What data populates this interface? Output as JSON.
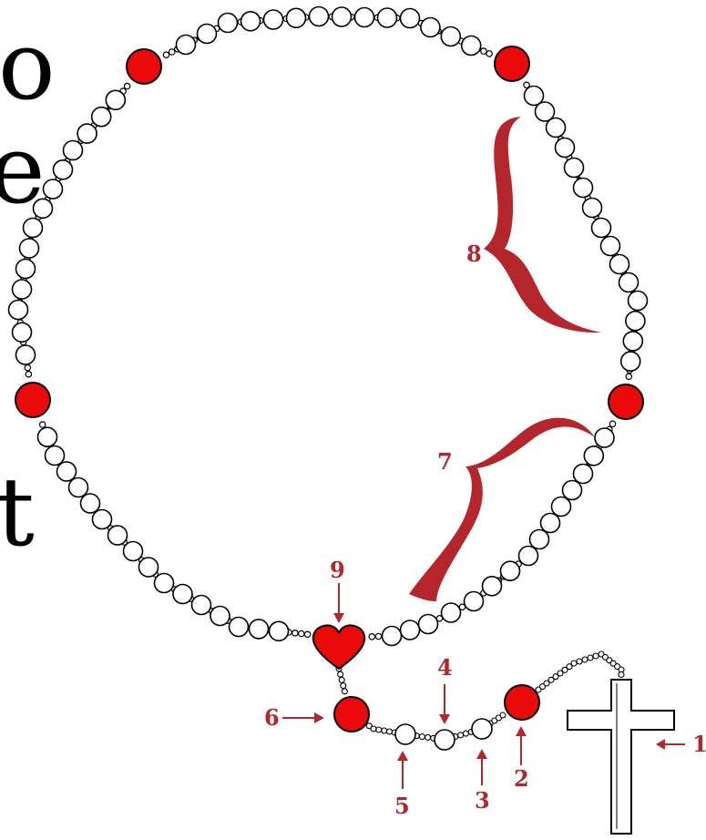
{
  "side_letters": [
    "o",
    "e",
    "t"
  ],
  "colors": {
    "accent": "#ea0a0a",
    "label": "#b5262c",
    "bead_stroke": "#000000",
    "bead_fill": "#ffffff"
  },
  "labels": [
    {
      "id": "1",
      "text": "1",
      "arrow": "left"
    },
    {
      "id": "2",
      "text": "2",
      "arrow": "up"
    },
    {
      "id": "3",
      "text": "3",
      "arrow": "up"
    },
    {
      "id": "4",
      "text": "4",
      "arrow": "down"
    },
    {
      "id": "5",
      "text": "5",
      "arrow": "up"
    },
    {
      "id": "6",
      "text": "6",
      "arrow": "right"
    },
    {
      "id": "7",
      "text": "7",
      "arrow": "none"
    },
    {
      "id": "8",
      "text": "8",
      "arrow": "none"
    },
    {
      "id": "9",
      "text": "9",
      "arrow": "down"
    }
  ]
}
